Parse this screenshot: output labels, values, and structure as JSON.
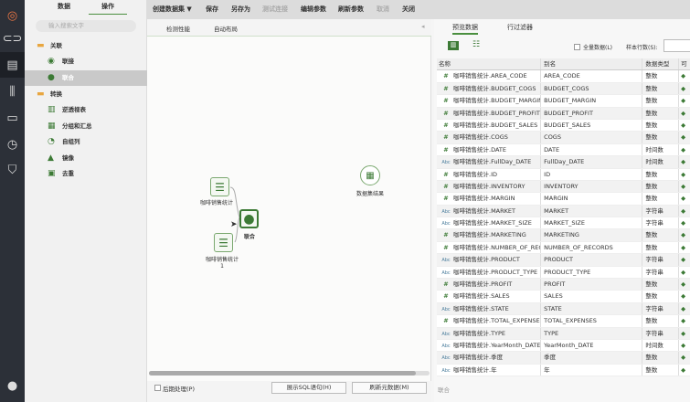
{
  "side": {
    "tabs": [
      "数据",
      "操作"
    ],
    "search_placeholder": "输入搜索文字",
    "groups": [
      {
        "label": "关联",
        "items": [
          "联接",
          "联合"
        ]
      },
      {
        "label": "转换",
        "items": [
          "逆透视表",
          "分组和汇总",
          "自组列",
          "镜像",
          "去重"
        ]
      }
    ]
  },
  "toolbar": {
    "create": "创建数据集 ▼",
    "save": "保存",
    "save_as": "另存为",
    "test": "测试连接",
    "edit_params": "编辑参数",
    "refresh_params": "刷新参数",
    "cancel": "取消",
    "close": "关闭"
  },
  "canvas": {
    "check_perf": "检测性能",
    "auto_layout": "自动布局",
    "nodes": {
      "src1": "咖啡销售统计",
      "src2": "咖啡销售统计\n1",
      "union": "联合",
      "result": "数据集结果"
    },
    "post_process": "后期处理(P)",
    "show_sql": "展示SQL语句(H)",
    "refresh_meta": "刷新元数据(M)"
  },
  "right": {
    "tabs": [
      "预览数据",
      "行过滤器"
    ],
    "all_data": "全量数据(L)",
    "sample_rows": "样本行数(S):",
    "columns": [
      "名称",
      "别名",
      "数据类型",
      "可"
    ],
    "footer": "联合",
    "rows": [
      [
        "#",
        "咖啡销售统计.AREA_CODE",
        "AREA_CODE",
        "整数"
      ],
      [
        "#",
        "咖啡销售统计.BUDGET_COGS",
        "BUDGET_COGS",
        "整数"
      ],
      [
        "#",
        "咖啡销售统计.BUDGET_MARGIN",
        "BUDGET_MARGIN",
        "整数"
      ],
      [
        "#",
        "咖啡销售统计.BUDGET_PROFIT",
        "BUDGET_PROFIT",
        "整数"
      ],
      [
        "#",
        "咖啡销售统计.BUDGET_SALES",
        "BUDGET_SALES",
        "整数"
      ],
      [
        "#",
        "咖啡销售统计.COGS",
        "COGS",
        "整数"
      ],
      [
        "#",
        "咖啡销售统计.DATE",
        "DATE",
        "时间数"
      ],
      [
        "Abc",
        "咖啡销售统计.FullDay_DATE",
        "FullDay_DATE",
        "时间数"
      ],
      [
        "#",
        "咖啡销售统计.ID",
        "ID",
        "整数"
      ],
      [
        "#",
        "咖啡销售统计.INVENTORY",
        "INVENTORY",
        "整数"
      ],
      [
        "#",
        "咖啡销售统计.MARGIN",
        "MARGIN",
        "整数"
      ],
      [
        "Abc",
        "咖啡销售统计.MARKET",
        "MARKET",
        "字符串"
      ],
      [
        "Abc",
        "咖啡销售统计.MARKET_SIZE",
        "MARKET_SIZE",
        "字符串"
      ],
      [
        "#",
        "咖啡销售统计.MARKETING",
        "MARKETING",
        "整数"
      ],
      [
        "#",
        "咖啡销售统计.NUMBER_OF_RECORDS",
        "NUMBER_OF_RECORDS",
        "整数"
      ],
      [
        "Abc",
        "咖啡销售统计.PRODUCT",
        "PRODUCT",
        "字符串"
      ],
      [
        "Abc",
        "咖啡销售统计.PRODUCT_TYPE",
        "PRODUCT_TYPE",
        "字符串"
      ],
      [
        "#",
        "咖啡销售统计.PROFIT",
        "PROFIT",
        "整数"
      ],
      [
        "#",
        "咖啡销售统计.SALES",
        "SALES",
        "整数"
      ],
      [
        "Abc",
        "咖啡销售统计.STATE",
        "STATE",
        "字符串"
      ],
      [
        "#",
        "咖啡销售统计.TOTAL_EXPENSES",
        "TOTAL_EXPENSES",
        "整数"
      ],
      [
        "Abc",
        "咖啡销售统计.TYPE",
        "TYPE",
        "字符串"
      ],
      [
        "Abc",
        "咖啡销售统计.YearMonth_DATE",
        "YearMonth_DATE",
        "时间数"
      ],
      [
        "Abc",
        "咖啡销售统计.季度",
        "季度",
        "整数"
      ],
      [
        "Abc",
        "咖啡销售统计.年",
        "年",
        "整数"
      ]
    ]
  }
}
